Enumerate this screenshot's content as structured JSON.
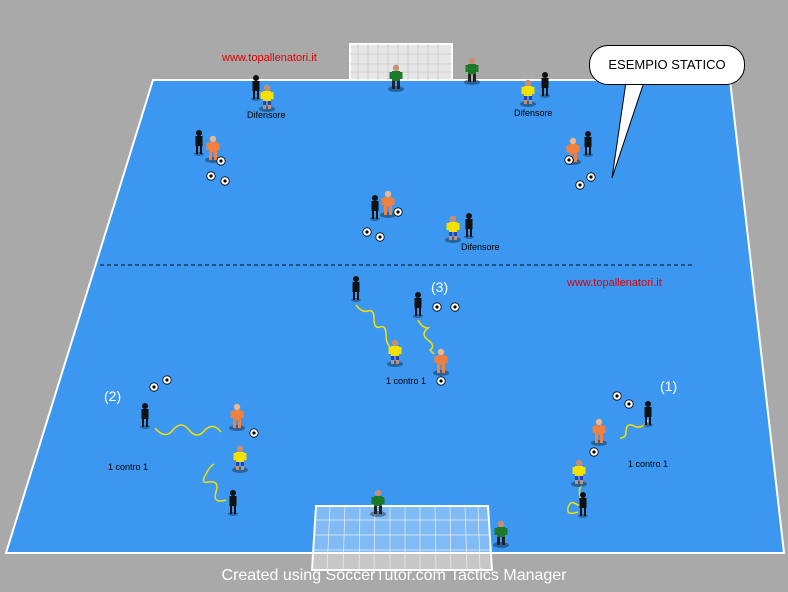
{
  "watermarks": {
    "top": "www.topallenatori.it",
    "mid": "www.topallenatori.it"
  },
  "callout": {
    "text": "ESEMPIO STATICO"
  },
  "labels": {
    "difensore_tl": "Difensore",
    "difensore_tr": "Difensore",
    "difensore_c": "Difensore",
    "uno_contro_uno_center": "1 contro 1",
    "uno_contro_uno_left": "1 contro 1",
    "uno_contro_uno_right": "1 contro 1"
  },
  "numbers": {
    "n1": "(1)",
    "n2": "(2)",
    "n3": "(3)"
  },
  "footer": {
    "text": "Created using SoccerTutor.com Tactics Manager"
  },
  "colors": {
    "background": "#a9a9a9",
    "pitch": "#3c97f0",
    "pitch_border": "#ffffff",
    "attacker_shirt": "#f08040",
    "defender_shirt": "#f5e000",
    "goalkeeper_shirt": "#1a7a2a",
    "mannequin": "#111111",
    "dribble_path": "#f5e000",
    "watermark": "#e00000"
  },
  "icons": [
    "mannequin-icon",
    "player-icon",
    "ball-icon",
    "goal-icon",
    "dribble-path-icon"
  ]
}
